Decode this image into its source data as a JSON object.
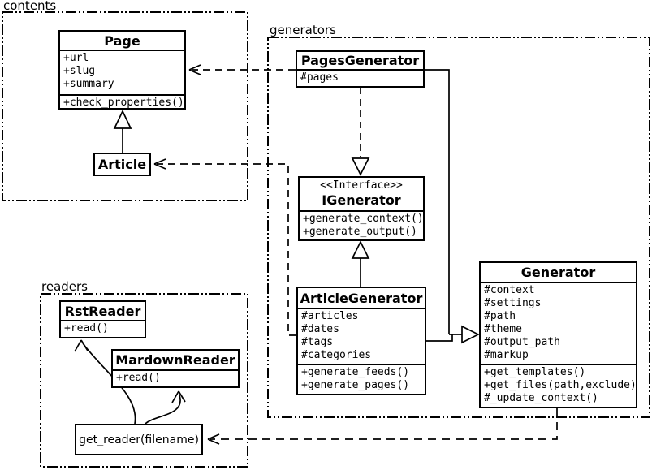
{
  "colors": {
    "foreground": "#000000",
    "background": "#ffffff"
  },
  "packages": {
    "contents": {
      "label": "contents"
    },
    "generators": {
      "label": "generators"
    },
    "readers": {
      "label": "readers"
    }
  },
  "classes": {
    "page": {
      "name": "Page",
      "attributes": [
        "+url",
        "+slug",
        "+summary"
      ],
      "methods": [
        "+check_properties()"
      ]
    },
    "article": {
      "name": "Article"
    },
    "pagesGenerator": {
      "name": "PagesGenerator",
      "attributes": [
        "#pages"
      ]
    },
    "iGenerator": {
      "stereotype": "<<Interface>>",
      "name": "IGenerator",
      "methods": [
        "+generate_context()",
        "+generate_output()"
      ]
    },
    "articleGenerator": {
      "name": "ArticleGenerator",
      "attributes": [
        "#articles",
        "#dates",
        "#tags",
        "#categories"
      ],
      "methods": [
        "+generate_feeds()",
        "+generate_pages()"
      ]
    },
    "generator": {
      "name": "Generator",
      "attributes": [
        "#context",
        "#settings",
        "#path",
        "#theme",
        "#output_path",
        "#markup"
      ],
      "methods": [
        "+get_templates()",
        "+get_files(path,exclude)",
        "#_update_context()"
      ]
    },
    "rstReader": {
      "name": "RstReader",
      "methods": [
        "+read()"
      ]
    },
    "mardownReader": {
      "name": "MardownReader",
      "methods": [
        "+read()"
      ]
    },
    "getReader": {
      "label": "get_reader(filename)"
    }
  }
}
